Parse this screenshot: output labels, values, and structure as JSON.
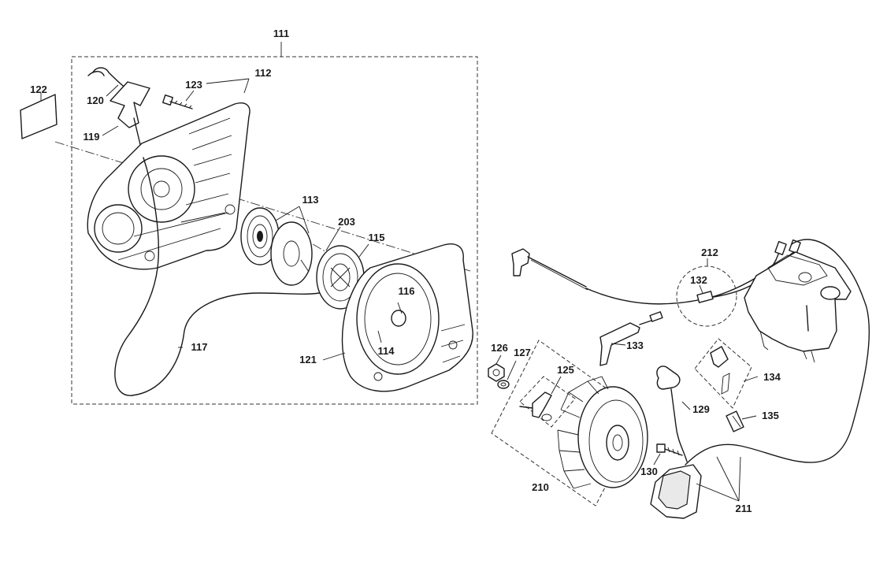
{
  "callouts": {
    "c111": "111",
    "c112": "112",
    "c113": "113",
    "c114": "114",
    "c115": "115",
    "c116": "116",
    "c117": "117",
    "c119": "119",
    "c120": "120",
    "c121": "121",
    "c122": "122",
    "c123": "123",
    "c125": "125",
    "c126": "126",
    "c127": "127",
    "c129": "129",
    "c130": "130",
    "c132": "132",
    "c133": "133",
    "c134": "134",
    "c135": "135",
    "c203": "203",
    "c210": "210",
    "c211": "211",
    "c212": "212"
  }
}
